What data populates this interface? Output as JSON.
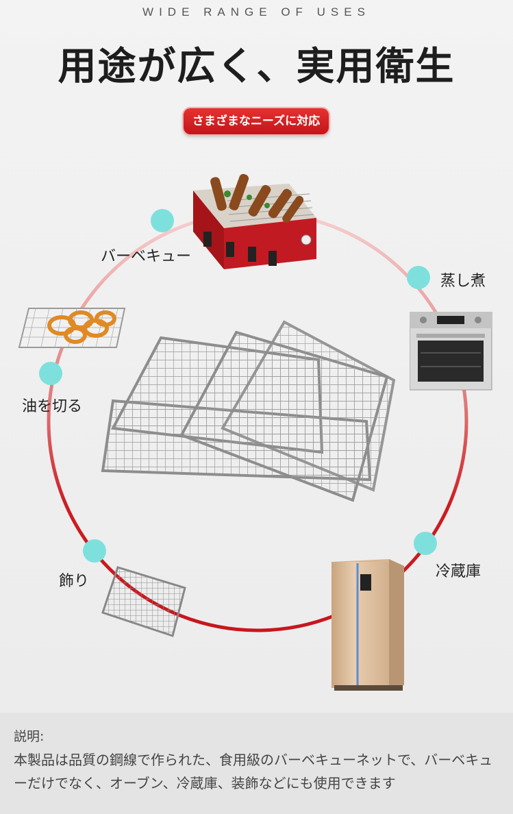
{
  "header": {
    "eyebrow": "WIDE RANGE OF USES",
    "title": "用途が広く、実用衛生",
    "badge": "さまざまなニーズに対応"
  },
  "uses": {
    "bbq": "バーベキュー",
    "steam": "蒸し煮",
    "oil": "油を切る",
    "fridge": "冷蔵庫",
    "decor": "飾り"
  },
  "description": {
    "title": "説明:",
    "text": "本製品は品質の鋼線で作られた、食用級のバーベキューネットで、バーベキューだけでなく、オーブン、冷蔵庫、装飾などにも使用できます"
  },
  "colors": {
    "accent_red": "#c8161d",
    "ring_pink": "#f2c3c3",
    "dot_teal": "#7ee0dd"
  },
  "icons": [
    "bbq-grill-image",
    "oven-image",
    "onion-rings-rack-image",
    "wire-racks-image",
    "small-rack-image",
    "refrigerator-image"
  ]
}
